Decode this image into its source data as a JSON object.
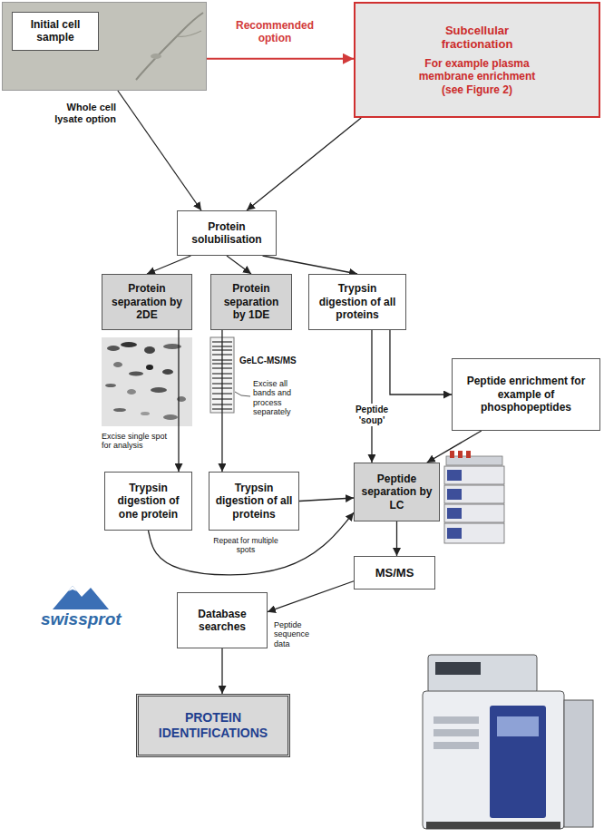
{
  "diagram": {
    "nodes": [
      {
        "text": [
          "Initial cell sample"
        ]
      },
      {
        "text": [
          "Subcellular fractionation",
          "For example plasma membrane enrichment (see Figure 2)"
        ]
      },
      {
        "text": [
          "Protein solubilisation"
        ]
      },
      {
        "text": [
          "Protein separation by 2DE"
        ]
      },
      {
        "text": [
          "Protein separation by 1DE"
        ]
      },
      {
        "text": [
          "Trypsin digestion of all proteins"
        ]
      },
      {
        "text": [
          "Peptide enrichment for example of phosphopeptides"
        ]
      },
      {
        "text": [
          "Trypsin digestion of one protein"
        ]
      },
      {
        "text": [
          "Trypsin digestion of all proteins"
        ]
      },
      {
        "text": [
          "Peptide separation by LC"
        ]
      },
      {
        "text": [
          "MS/MS"
        ]
      },
      {
        "text": [
          "Database searches"
        ]
      },
      {
        "text": [
          "PROTEIN IDENTIFICATIONS"
        ]
      }
    ],
    "edges": [
      {
        "from": 0,
        "to": 1,
        "arrow": "to",
        "label": "Recommended option"
      },
      {
        "from": 0,
        "to": 2,
        "arrow": "to",
        "label": "Whole cell lysate option"
      },
      {
        "from": 1,
        "to": 2,
        "arrow": "to"
      },
      {
        "from": 2,
        "to": 3,
        "arrow": "to"
      },
      {
        "from": 2,
        "to": 4,
        "arrow": "to"
      },
      {
        "from": 2,
        "to": 5,
        "arrow": "to"
      },
      {
        "from": 3,
        "to": 7,
        "arrow": "to",
        "label": "Excise single spot for analysis"
      },
      {
        "from": 4,
        "to": 8,
        "arrow": "to",
        "label": "Excise all bands and process separately"
      },
      {
        "from": 5,
        "to": 9,
        "arrow": "to",
        "label": "Peptide 'soup'"
      },
      {
        "from": 5,
        "to": 6,
        "arrow": "to"
      },
      {
        "from": 6,
        "to": 9,
        "arrow": "to"
      },
      {
        "from": 7,
        "to": 9,
        "arrow": "to",
        "label": "Repeat for multiple spots"
      },
      {
        "from": 8,
        "to": 9,
        "arrow": "to"
      },
      {
        "from": 9,
        "to": 10,
        "arrow": "to"
      },
      {
        "from": 10,
        "to": 11,
        "arrow": "to",
        "label": "Peptide sequence data"
      },
      {
        "from": 11,
        "to": 12,
        "arrow": "to"
      }
    ],
    "labels": [
      "GeLC-MS/MS",
      "swissprot"
    ]
  }
}
